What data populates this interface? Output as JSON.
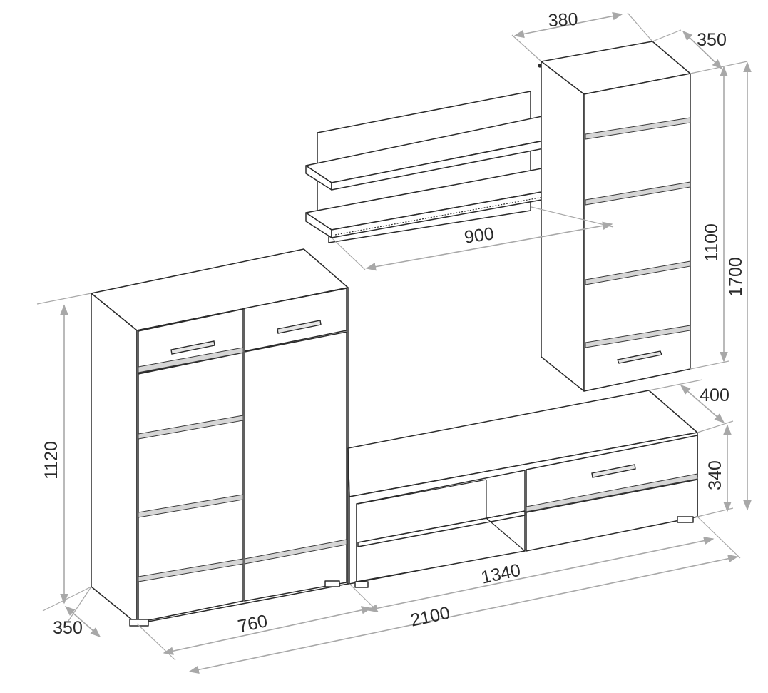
{
  "dimensions": {
    "overall_width": "2100",
    "overall_height": "1700",
    "cabinet_width": "760",
    "cabinet_depth": "350",
    "cabinet_height": "1120",
    "shelf_width": "900",
    "tall_unit_width": "380",
    "tall_unit_depth": "350",
    "tall_unit_height": "1100",
    "tv_stand_width": "1340",
    "tv_stand_depth": "400",
    "tv_stand_height": "340"
  },
  "colors": {
    "outline": "#2b2b2b",
    "dimension_line": "#a8a8a8",
    "background": "#ffffff"
  }
}
